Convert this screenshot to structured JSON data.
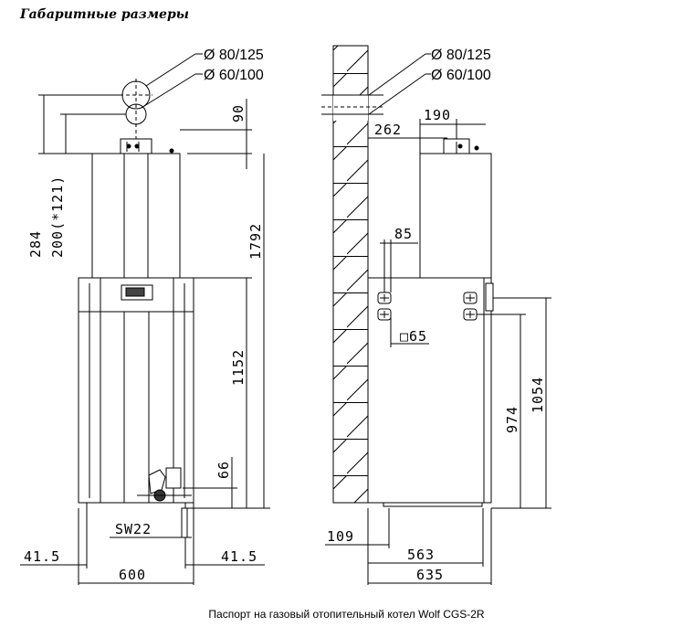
{
  "title": "Габаритные размеры",
  "caption": "Паспорт на газовый отопительный котел Wolf CGS-2R",
  "caption2": "",
  "front_view": {
    "pipe_outer": "Ø 80/125",
    "pipe_inner": "Ø 60/100",
    "dim_90": "90",
    "dim_284": "284",
    "dim_200": "200(*121)",
    "dim_1792": "1792",
    "dim_1152": "1152",
    "dim_66": "66",
    "dim_sw22": "SW22",
    "dim_41_5_left": "41.5",
    "dim_41_5_right": "41.5",
    "dim_600": "600"
  },
  "side_view": {
    "pipe_outer": "Ø 80/125",
    "pipe_inner": "Ø 60/100",
    "dim_190": "190",
    "dim_262": "262",
    "dim_85": "85",
    "dim_65": "□65",
    "dim_974": "974",
    "dim_1054": "1054",
    "dim_109": "109",
    "dim_563": "563",
    "dim_635": "635"
  }
}
